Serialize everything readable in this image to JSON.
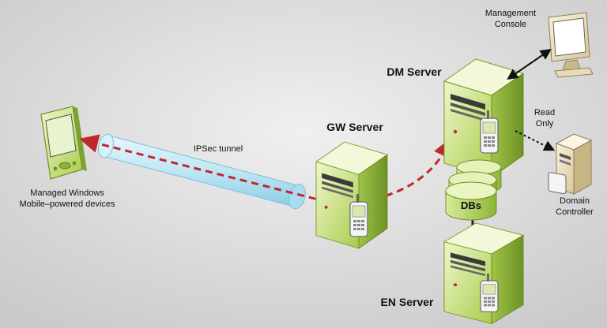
{
  "labels": {
    "management_console": [
      "Management",
      "Console"
    ],
    "dm_server": "DM Server",
    "gw_server": "GW Server",
    "en_server": "EN Server",
    "ipsec_tunnel": "IPSec tunnel",
    "managed_devices": [
      "Managed Windows",
      "Mobile–powered devices"
    ],
    "read_only": [
      "Read",
      "Only"
    ],
    "domain_controller": [
      "Domain",
      "Controller"
    ],
    "dbs": "DBs"
  },
  "colors": {
    "background": "#dcdcdc",
    "server_face": "#c8e07a",
    "server_side": "#8fb33a",
    "tunnel": "#bfe6f5",
    "flow_arrow": "#c0282d",
    "db": "#b6d85a"
  },
  "icons": [
    "pda-device",
    "server-tower",
    "monitor",
    "database-stack",
    "phone"
  ]
}
